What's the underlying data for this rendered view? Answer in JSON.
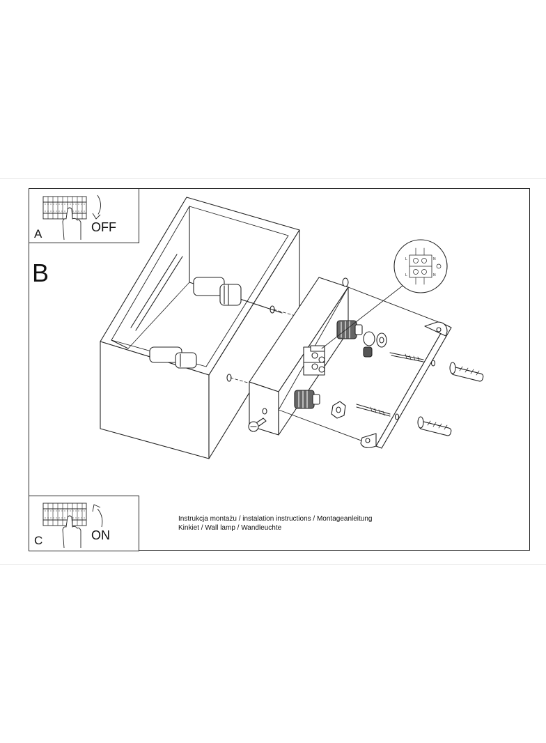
{
  "steps": {
    "a": {
      "letter": "A",
      "state": "OFF"
    },
    "b": {
      "letter": "B"
    },
    "c": {
      "letter": "C",
      "state": "ON"
    }
  },
  "caption": {
    "line1": "Instrukcja montażu / instalation instructions / Montageanleitung",
    "line2": "Kinkiet / Wall lamp / Wandleuchte"
  },
  "terminal_labels": [
    "L",
    "N",
    "L",
    "N"
  ],
  "icons": [
    "circuit-breaker-icon",
    "hand-icon",
    "rotate-arrow-icon",
    "screw-icon",
    "wall-plug-icon",
    "terminal-block-icon"
  ]
}
